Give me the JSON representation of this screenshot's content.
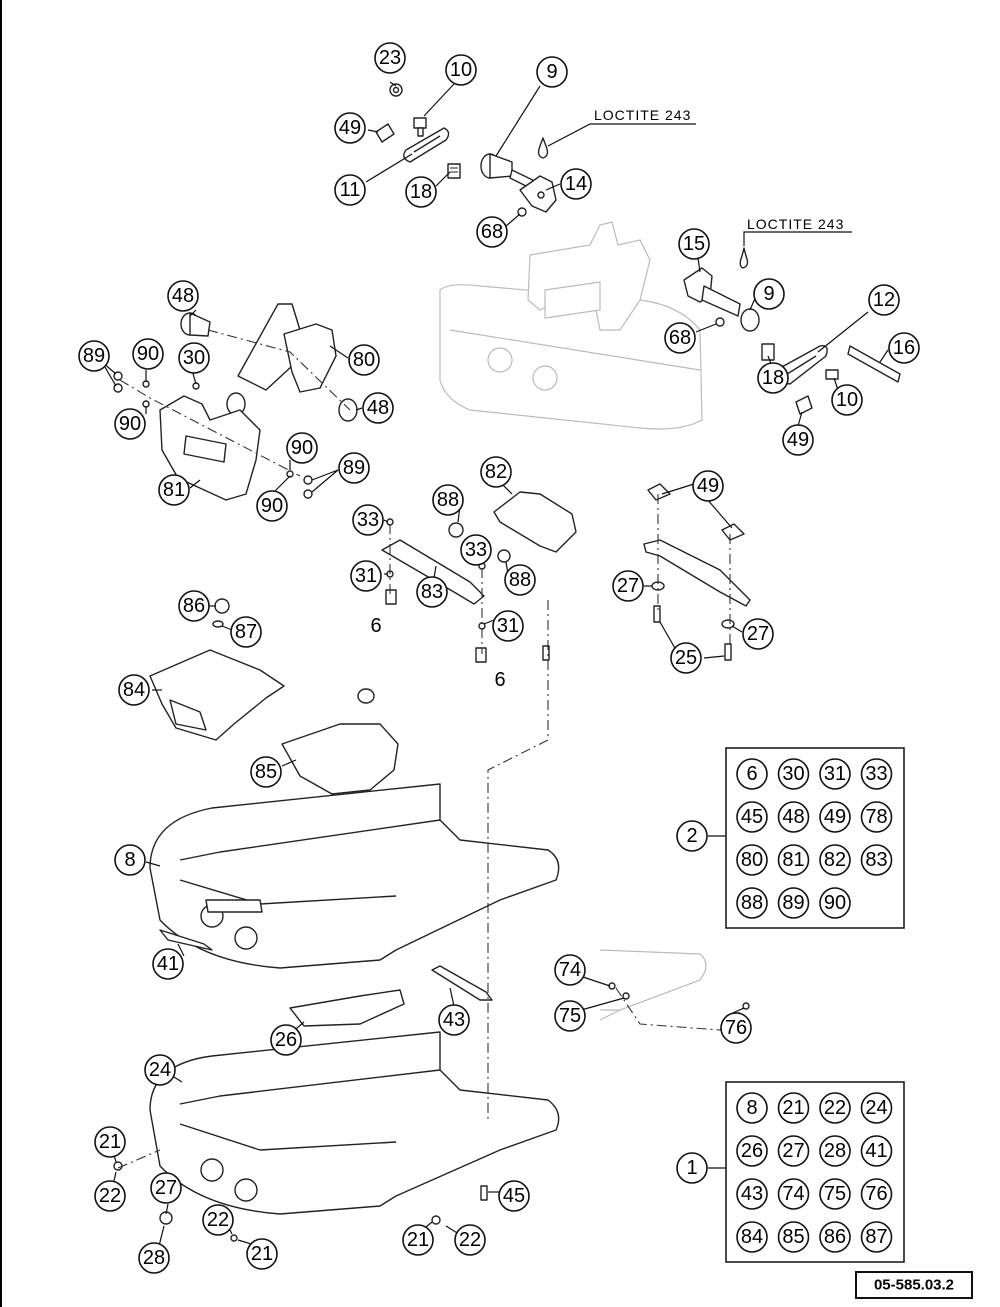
{
  "notes": {
    "loctite_a": "LOCTITE 243",
    "loctite_b": "LOCTITE 243"
  },
  "doc_number": "05-585.03.2",
  "callouts": {
    "c23": "23",
    "c10a": "10",
    "c9a": "9",
    "c49a": "49",
    "c11": "11",
    "c18a": "18",
    "c14": "14",
    "c68a": "68",
    "c15": "15",
    "c9b": "9",
    "c68b": "68",
    "c12": "12",
    "c16": "16",
    "c18b": "18",
    "c10b": "10",
    "c49b": "49",
    "c48a": "48",
    "c89a": "89",
    "c90a": "90",
    "c30": "30",
    "c80": "80",
    "c48b": "48",
    "c90b": "90",
    "c90c": "90",
    "c89b": "89",
    "c81": "81",
    "c90d": "90",
    "c82": "82",
    "c88a": "88",
    "c33a": "33",
    "c33b": "33",
    "c88b": "88",
    "c31a": "31",
    "c83": "83",
    "c31b": "31",
    "c6a": "6",
    "c6b": "6",
    "c49c": "49",
    "c27a": "27",
    "c27b": "27",
    "c25": "25",
    "c86": "86",
    "c87": "87",
    "c84": "84",
    "c85": "85",
    "c8": "8",
    "c41": "41",
    "c43": "43",
    "c26": "26",
    "c24": "24",
    "c74": "74",
    "c75": "75",
    "c76": "76",
    "c21a": "21",
    "c22a": "22",
    "c27c": "27",
    "c28": "28",
    "c22b": "22",
    "c21b": "21",
    "c21c": "21",
    "c22c": "22",
    "c45": "45"
  },
  "kit2": {
    "label": "2",
    "items": [
      "6",
      "30",
      "31",
      "33",
      "45",
      "48",
      "49",
      "78",
      "80",
      "81",
      "82",
      "83",
      "88",
      "89",
      "90"
    ]
  },
  "kit1": {
    "label": "1",
    "items": [
      "8",
      "21",
      "22",
      "24",
      "26",
      "27",
      "28",
      "41",
      "43",
      "74",
      "75",
      "76",
      "84",
      "85",
      "86",
      "87"
    ]
  }
}
